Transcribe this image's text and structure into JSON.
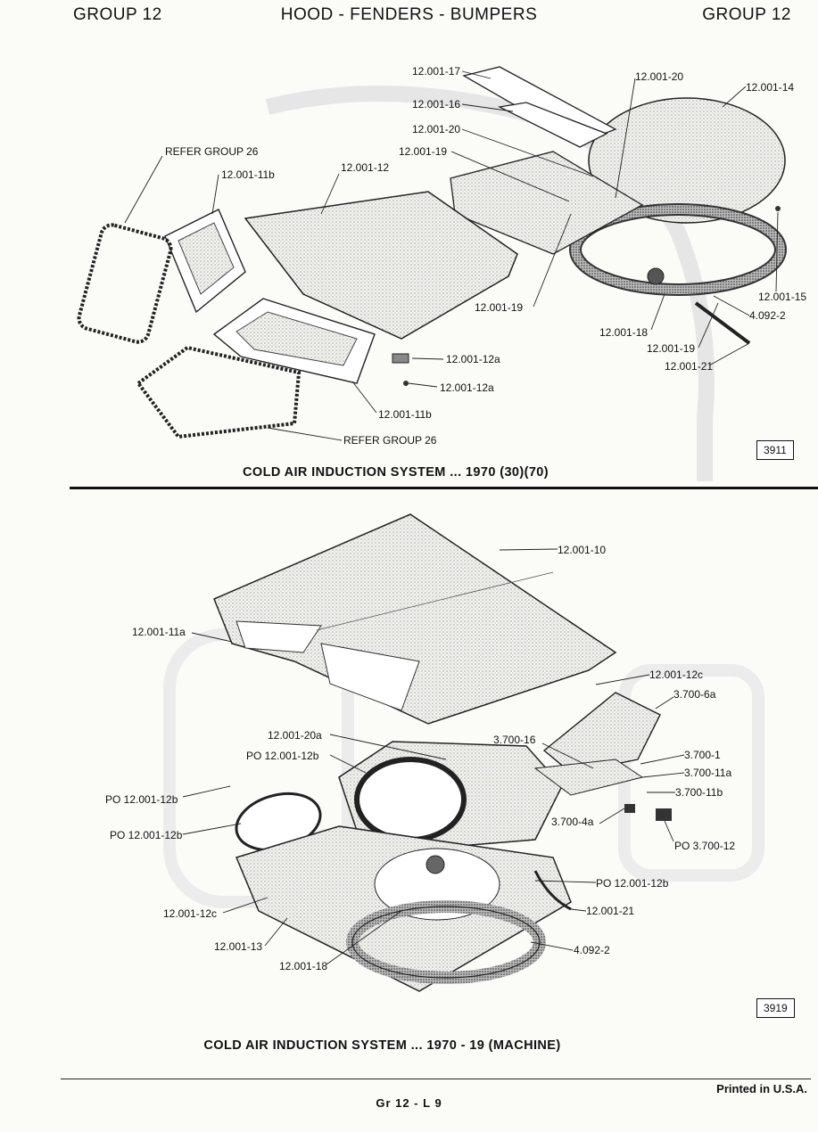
{
  "header": {
    "left": "GROUP 12",
    "center": "HOOD - FENDERS - BUMPERS",
    "right": "GROUP 12"
  },
  "figure1": {
    "caption": "COLD AIR INDUCTION SYSTEM ... 1970 (30)(70)",
    "figure_number": "3911",
    "labels": {
      "l1": "12.001-17",
      "l2": "12.001-20",
      "l3": "12.001-14",
      "l4": "12.001-16",
      "l5": "12.001-20",
      "l6": "12.001-19",
      "l7": "REFER GROUP 26",
      "l8": "12.001-11b",
      "l9": "12.001-12",
      "l10": "12.001-19",
      "l11": "12.001-15",
      "l12": "4.092-2",
      "l13": "12.001-18",
      "l14": "12.001-19",
      "l15": "12.001-21",
      "l16": "12.001-12a",
      "l17": "12.001-12a",
      "l18": "12.001-11b",
      "l19": "REFER GROUP 26"
    }
  },
  "figure2": {
    "caption": "COLD AIR INDUCTION SYSTEM ... 1970 - 19 (MACHINE)",
    "figure_number": "3919",
    "labels": {
      "m1": "12.001-10",
      "m2": "12.001-11a",
      "m3": "12.001-12c",
      "m4": "3.700-6a",
      "m5": "12.001-20a",
      "m6": "PO  12.001-12b",
      "m7": "3.700-16",
      "m8": "3.700-1",
      "m9": "3.700-11a",
      "m10": "3.700-11b",
      "m11": "PO  12.001-12b",
      "m12": "3.700-4a",
      "m13": "PO  12.001-12b",
      "m14": "PO  3.700-12",
      "m15": "PO  12.001-12b",
      "m16": "12.001-12c",
      "m17": "12.001-21",
      "m18": "12.001-13",
      "m19": "4.092-2",
      "m20": "12.001-18"
    }
  },
  "footer": {
    "center": "Gr 12 - L 9",
    "right": "Printed in U.S.A."
  }
}
